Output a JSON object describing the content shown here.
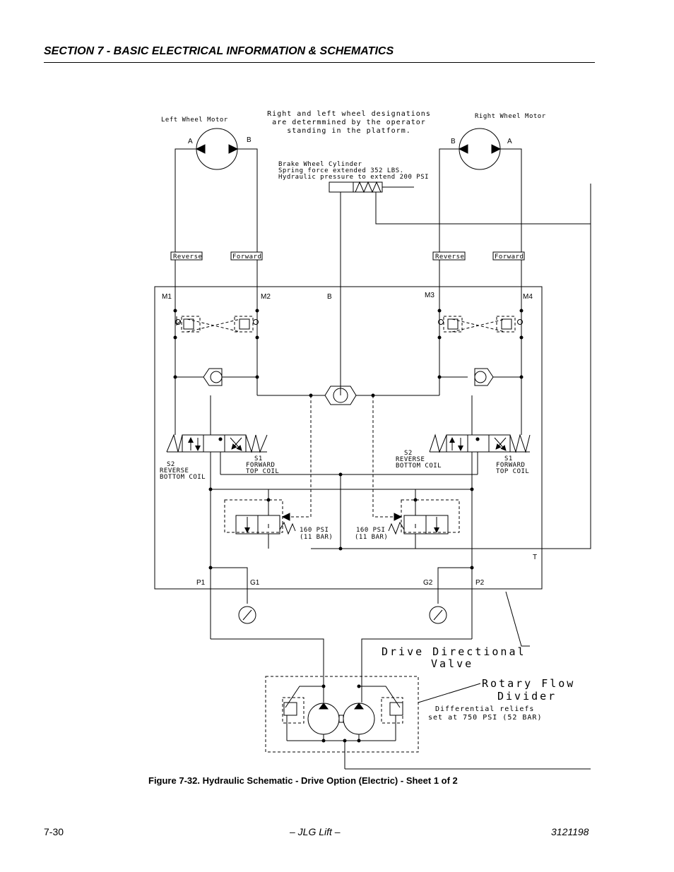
{
  "header": {
    "section_title": "SECTION 7 - BASIC ELECTRICAL INFORMATION & SCHEMATICS"
  },
  "diagram": {
    "left_motor_label": "Left Wheel Motor",
    "right_motor_label": "Right Wheel Motor",
    "designation_note": [
      "Right and left wheel designations",
      "are determmined by the operator",
      "standing in the platform."
    ],
    "brake_note": [
      "Brake Wheel Cylinder",
      "Spring force extended 352 LBS.",
      "Hydraulic pressure to extend 200 PSI"
    ],
    "ports": {
      "a": "A",
      "b": "B",
      "m1": "M1",
      "m2": "M2",
      "m3": "M3",
      "m4": "M4",
      "t": "T",
      "p1": "P1",
      "p2": "P2",
      "g1": "G1",
      "g2": "G2"
    },
    "tags": {
      "reverse": "Reverse",
      "forward": "Forward"
    },
    "coils": {
      "s2": "S2",
      "s1": "S1",
      "reverse_bottom": [
        "REVERSE",
        "BOTTOM COIL"
      ],
      "forward_top": [
        "FORWARD",
        "TOP COIL"
      ]
    },
    "relief": {
      "psi": "160 PSI",
      "bar": "(11 BAR)"
    },
    "drive_valve_label": [
      "Drive Directional",
      "Valve"
    ],
    "flow_divider_label": [
      "Rotary Flow",
      "Divider"
    ],
    "diff_relief_label": [
      "Differential reliefs",
      "set at 750 PSI (52 BAR)"
    ]
  },
  "caption": "Figure 7-32.  Hydraulic Schematic - Drive Option (Electric) - Sheet 1 of 2",
  "footer": {
    "page": "7-30",
    "center": "– JLG Lift –",
    "doc": "3121198"
  }
}
